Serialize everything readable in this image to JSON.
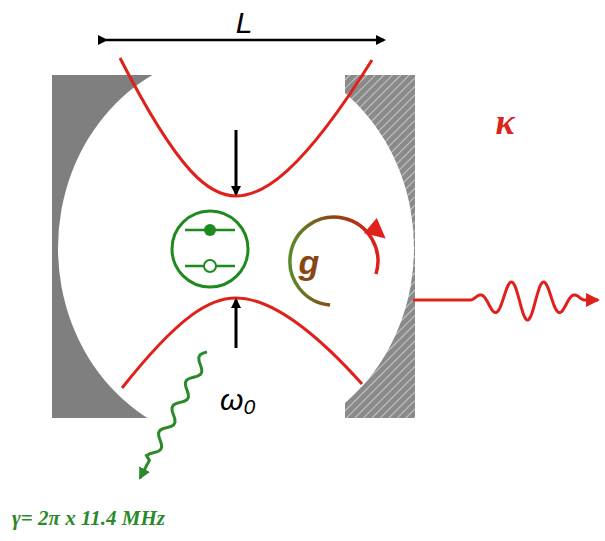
{
  "diagram": {
    "labels": [
      "L",
      "g",
      "κ",
      "ω₀",
      "γ= 2π x 11.4 MHz"
    ]
  }
}
